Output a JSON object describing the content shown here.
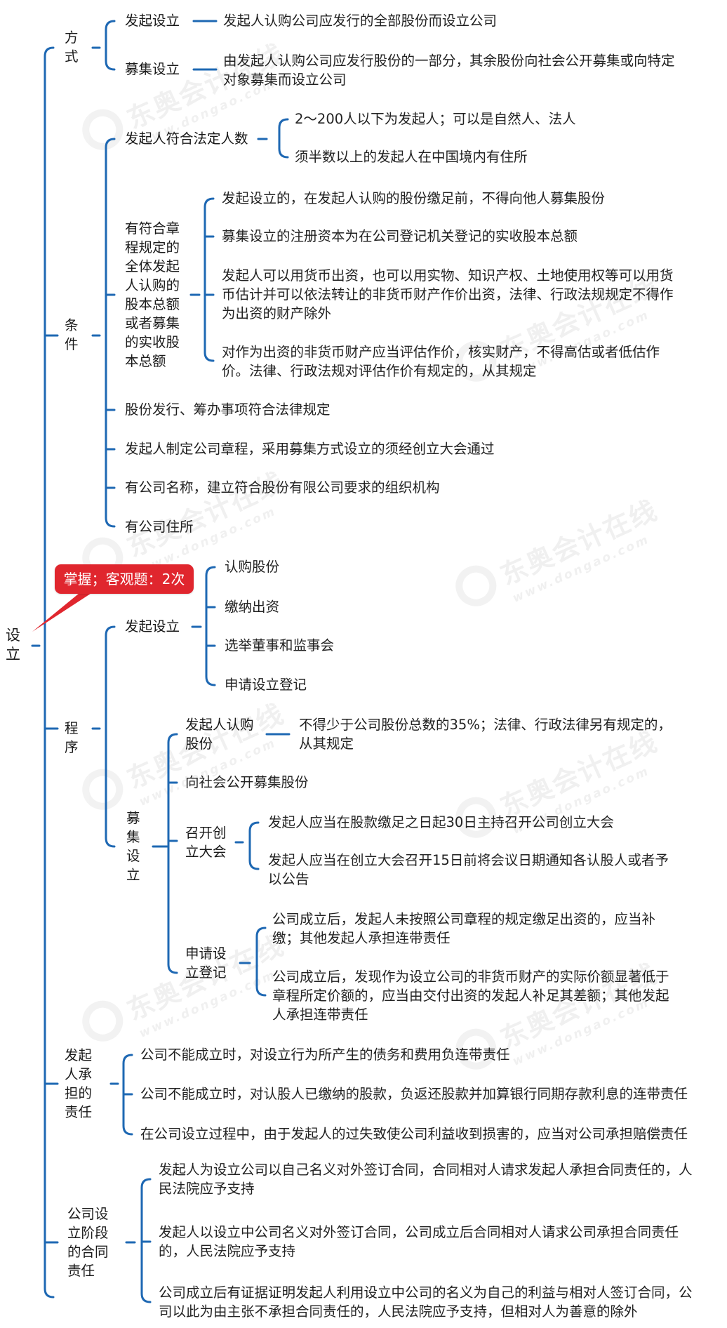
{
  "watermark": {
    "brand": "东奥会计在线",
    "site": "www.dongao.com"
  },
  "badge": {
    "text": "掌握；客观题：2次",
    "color": "#e0262e"
  },
  "colors": {
    "connector": "#1e68b3",
    "badge": "#e0262e"
  },
  "root": {
    "label": "设\n立"
  },
  "method": {
    "label": "方\n式",
    "items": [
      {
        "label": "发起设立",
        "desc": "发起人认购公司应发行的全部股份而设立公司"
      },
      {
        "label": "募集设立",
        "desc": "由发起人认购公司应发行股份的一部分，其余股份向社会公开募集或向特定\n对象募集而设立公司"
      }
    ]
  },
  "conditions": {
    "label": "条\n件",
    "promoters": {
      "label": "发起人符合法定人数",
      "items": [
        "2～200人以下为发起人；可以是自然人、法人",
        "须半数以上的发起人在中国境内有住所"
      ]
    },
    "capital": {
      "label": "有符合章\n程规定的\n全体发起\n人认购的\n股本总额\n或者募集\n的实收股\n本总额",
      "items": [
        "发起设立的，在发起人认购的股份缴足前，不得向他人募集股份",
        "募集设立的注册资本为在公司登记机关登记的实收股本总额",
        "发起人可以用货币出资，也可以用实物、知识产权、土地使用权等可以用货\n币估计并可以依法转让的非货币财产作价出资，法律、行政法规规定不得作\n为出资的财产除外",
        "对作为出资的非货币财产应当评估作价，核实财产，不得高估或者低估作\n价。法律、行政法规对评估作价有规定的，从其规定"
      ]
    },
    "others": [
      "股份发行、筹办事项符合法律规定",
      "发起人制定公司章程，采用募集方式设立的须经创立大会通过",
      "有公司名称，建立符合股份有限公司要求的组织机构",
      "有公司住所"
    ]
  },
  "procedure": {
    "label": "程\n序",
    "promotion": {
      "label": "发起设立",
      "items": [
        "认购股份",
        "缴纳出资",
        "选举董事和监事会",
        "申请设立登记"
      ]
    },
    "raising": {
      "label": "募\n集\n设\n立",
      "subscribe": {
        "label": "发起人认购\n股份",
        "desc": "不得少于公司股份总数的35%；法律、行政法律另有规定的，\n从其规定"
      },
      "public_offer": "向社会公开募集股份",
      "assembly": {
        "label": "召开创\n立大会",
        "items": [
          "发起人应当在股款缴足之日起30日主持召开公司创立大会",
          "发起人应当在创立大会召开15日前将会议日期通知各认股人或者予\n以公告"
        ]
      },
      "registration": {
        "label": "申请设\n立登记",
        "items": [
          "公司成立后，发起人未按照公司章程的规定缴足出资的，应当补\n缴；其他发起人承担连带责任",
          "公司成立后，发现作为设立公司的非货币财产的实际价额显著低于\n章程所定价额的，应当由交付出资的发起人补足其差额；其他发起\n人承担连带责任"
        ]
      }
    }
  },
  "liability": {
    "label": "发起\n人承\n担的\n责任",
    "items": [
      "公司不能成立时，对设立行为所产生的债务和费用负连带责任",
      "公司不能成立时，对认股人已缴纳的股款，负返还股款并加算银行同期存款利息的连带责任",
      "在公司设立过程中，由于发起人的过失致使公司利益收到损害的，应当对公司承担赔偿责任"
    ]
  },
  "contract": {
    "label": "公司设\n立阶段\n的合同\n责任",
    "items": [
      "发起人为设立公司以自己名义对外签订合同，合同相对人请求发起人承担合同责任的，人\n民法院应予支持",
      "发起人以设立中公司名义对外签订合同，公司成立后合同相对人请求公司承担合同责任\n的，人民法院应予支持",
      "公司成立后有证据证明发起人利用设立中公司的名义为自己的利益与相对人签订合同，公\n司以此为由主张不承担合同责任的，人民法院应予支持，但相对人为善意的除外"
    ]
  }
}
